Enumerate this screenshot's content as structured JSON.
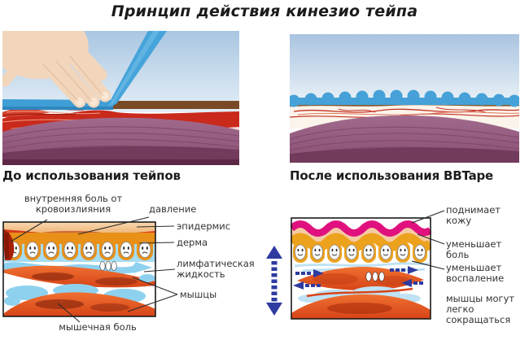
{
  "title": "Принцип действия кинезио тейпа",
  "top_row": {
    "before": {
      "caption": "До использования тейпов"
    },
    "after": {
      "caption": "После использования BBTape"
    }
  },
  "bottom_row": {
    "before_labels": {
      "internal_pain": "внутренняя боль от кровоизлияния",
      "pressure": "давление",
      "epidermis": "эпидермис",
      "derma": "дерма",
      "lymph": "лимфатическая жидкость",
      "muscles": "мышцы",
      "muscle_pain": "мышечная боль"
    },
    "after_labels": {
      "lifts_skin": "поднимает кожу",
      "reduces_pain": "уменьшает боль",
      "reduces_inflammation": "уменьшает воспаление",
      "muscles_contract": "мышцы могут легко сокращаться"
    }
  },
  "colors": {
    "tape_blue": "#3f9ed6",
    "tape_pink": "#e0117e",
    "arrow_blue": "#2e3ba0",
    "muscle_purple": "#9c6187",
    "derma_orange": "#e89018",
    "lymph_blue": "#8ed1ef",
    "muscle_red": "#e2451c",
    "skin_brown": "#7a4a26"
  }
}
